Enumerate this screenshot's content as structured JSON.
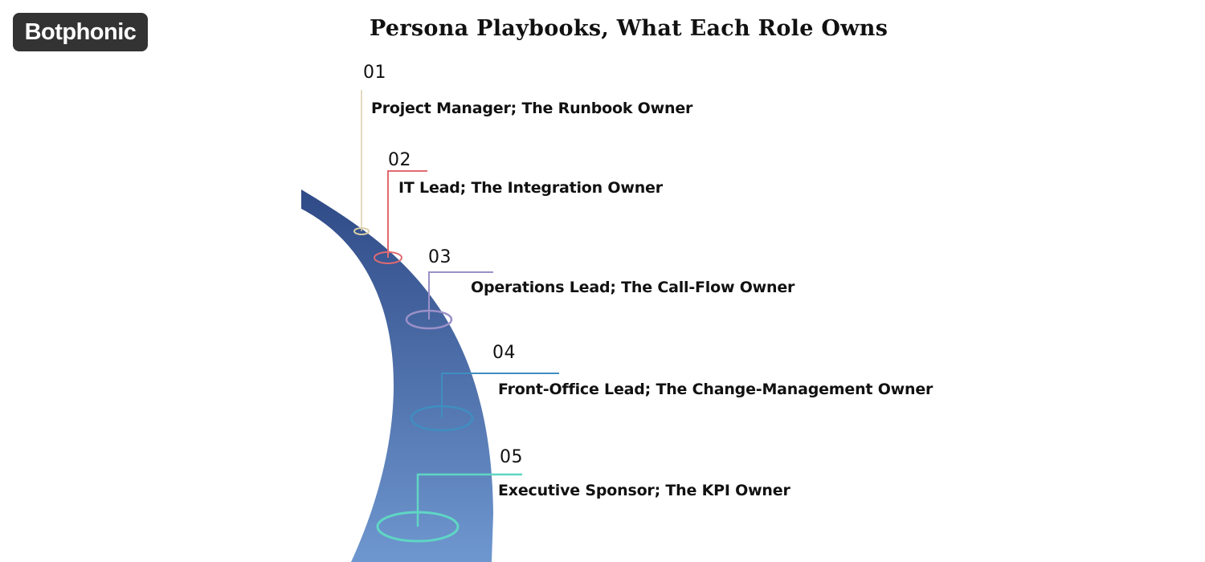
{
  "brand": {
    "logo_text": "Botphonic"
  },
  "title": "Persona Playbooks, What Each Role Owns",
  "steps": [
    {
      "number": "01",
      "label": "Project Manager; The Runbook Owner",
      "color": "#d9cfa8"
    },
    {
      "number": "02",
      "label": "IT Lead; The Integration Owner",
      "color": "#e06a72"
    },
    {
      "number": "03",
      "label": "Operations Lead; The Call-Flow Owner",
      "color": "#9b90c8"
    },
    {
      "number": "04",
      "label": "Front-Office Lead; The Change-Management Owner",
      "color": "#3f8ec0"
    },
    {
      "number": "05",
      "label": "Executive Sponsor; The KPI Owner",
      "color": "#5fd6c4"
    }
  ],
  "colors": {
    "road_top": "#2f4a86",
    "road_bottom": "#6f97cf"
  }
}
